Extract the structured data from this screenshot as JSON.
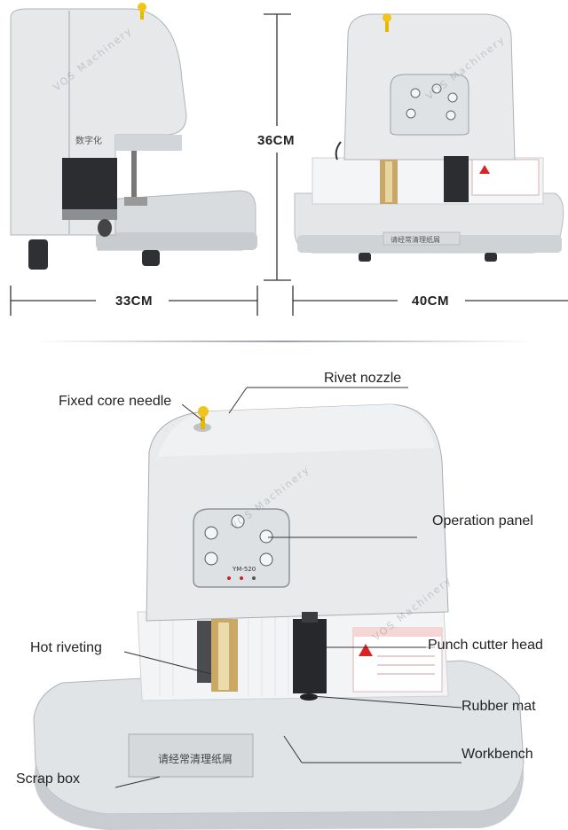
{
  "dimensions": {
    "height": "36CM",
    "depth": "33CM",
    "width": "40CM"
  },
  "callouts": {
    "rivet_nozzle": "Rivet nozzle",
    "fixed_core_needle": "Fixed core needle",
    "operation_panel": "Operation panel",
    "hot_riveting": "Hot riveting",
    "punch_cutter_head": "Punch cutter head",
    "rubber_mat": "Rubber mat",
    "workbench": "Workbench",
    "scrap_box": "Scrap box"
  },
  "watermark": "VOS Machinery",
  "machine": {
    "model": "YM-520",
    "scrap_box_label": "请经常清理纸屑"
  }
}
